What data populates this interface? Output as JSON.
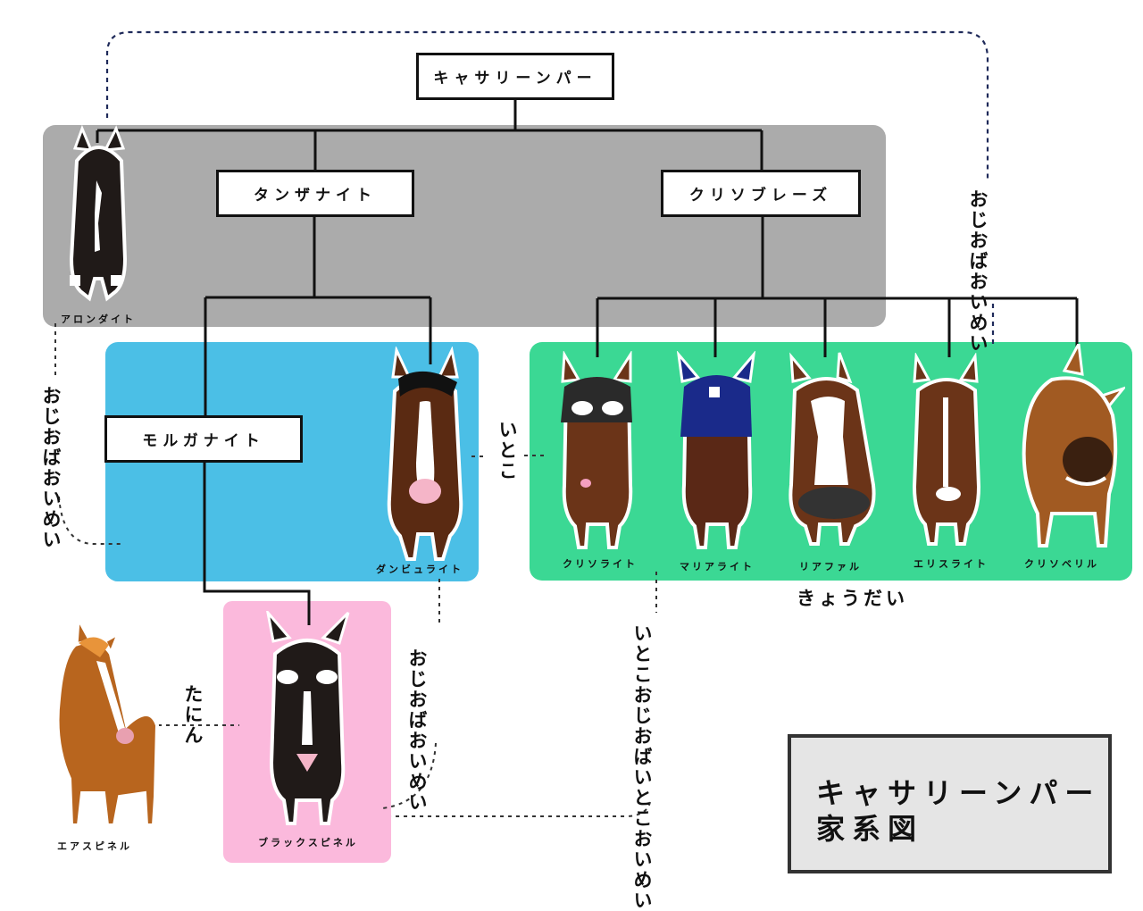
{
  "boxes": {
    "catherine": "キャサリーンパー",
    "tanzanite": "タンザナイト",
    "chrysoblaze": "クリソブレーズ",
    "morganite": "モルガナイト"
  },
  "horses": {
    "alondite": "アロンダイト",
    "dumbeyulite": "ダンビュライト",
    "chrysolite": "クリソライト",
    "marialite": "マリアライト",
    "riafar": "リアファル",
    "elyslite": "エリスライト",
    "chrysoberyl": "クリソベリル",
    "airspinel": "エアスピネル",
    "blackspinel": "ブラックスピネル"
  },
  "relations": {
    "top_right_line1": "おじおば",
    "top_right_line2": "おいめい",
    "left_line1": "おじおば",
    "left_line2": "おいめい",
    "cousin": "いとこ",
    "siblings": "きょうだい",
    "stranger": "たにん",
    "mid_line1": "おじおば",
    "mid_line2": "おいめい",
    "bottom_line1": "いとこおじおば",
    "bottom_line2": "いとこおいめい"
  },
  "title": {
    "line1": "キャサリーンパー",
    "line2": "家系図"
  },
  "colors": {
    "gray_region": "#ababab",
    "blue_region": "#4bbfe6",
    "green_region": "#3bd894",
    "pink_region": "#fbb9dc",
    "dotted_navy": "#1f2a5a"
  }
}
